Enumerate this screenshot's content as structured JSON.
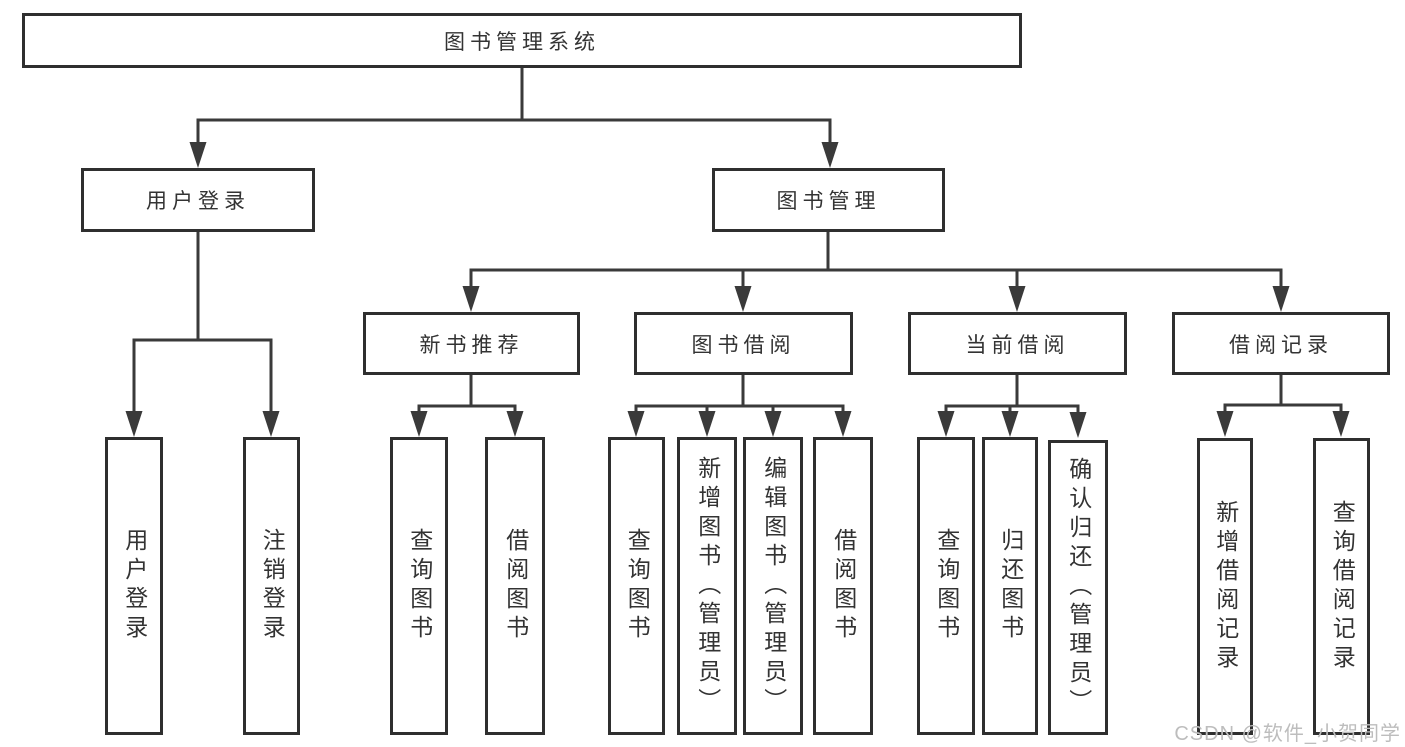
{
  "tree": {
    "root": {
      "label": "图书管理系统",
      "children": [
        {
          "label": "用户登录",
          "children": [
            {
              "label": "用户登录"
            },
            {
              "label": "注销登录"
            }
          ]
        },
        {
          "label": "图书管理",
          "children": [
            {
              "label": "新书推荐",
              "children": [
                {
                  "label": "查询图书"
                },
                {
                  "label": "借阅图书"
                }
              ]
            },
            {
              "label": "图书借阅",
              "children": [
                {
                  "label": "查询图书"
                },
                {
                  "label": "新增图书（管理员）"
                },
                {
                  "label": "编辑图书（管理员）"
                },
                {
                  "label": "借阅图书"
                }
              ]
            },
            {
              "label": "当前借阅",
              "children": [
                {
                  "label": "查询图书"
                },
                {
                  "label": "归还图书"
                },
                {
                  "label": "确认归还（管理员）"
                }
              ]
            },
            {
              "label": "借阅记录",
              "children": [
                {
                  "label": "新增借阅记录"
                },
                {
                  "label": "查询借阅记录"
                }
              ]
            }
          ]
        }
      ]
    }
  },
  "watermark": {
    "text": "CSDN @软件_小贺同学",
    "color": "#bdbdbd"
  },
  "colors": {
    "line": "#3a3a3a",
    "box_border": "#2f2f2f",
    "text": "#333333",
    "background": "#ffffff"
  }
}
